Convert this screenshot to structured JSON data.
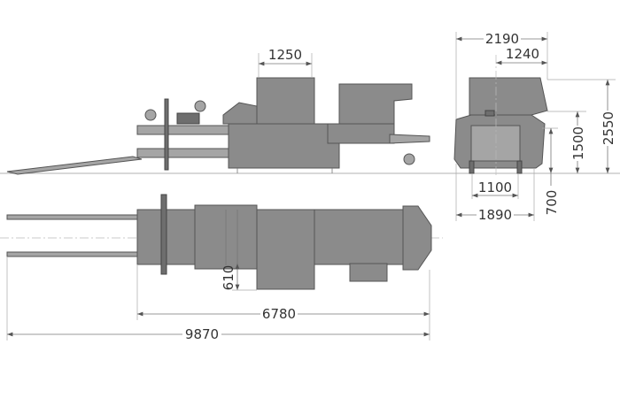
{
  "drawing": {
    "colors": {
      "machine": "#8b8b8b",
      "outline": "#555555",
      "dimension_line": "#777777",
      "text": "#333333"
    },
    "side_view": {
      "hopper_width": "1250"
    },
    "front_view": {
      "overall_width": "2190",
      "hopper_offset": "1240",
      "overall_height": "2550",
      "chamber_height": "1500",
      "base_height": "700",
      "inner_width": "1100",
      "frame_width": "1890"
    },
    "top_view": {
      "offset": "610",
      "machine_length": "6780",
      "overall_length": "9870"
    }
  }
}
